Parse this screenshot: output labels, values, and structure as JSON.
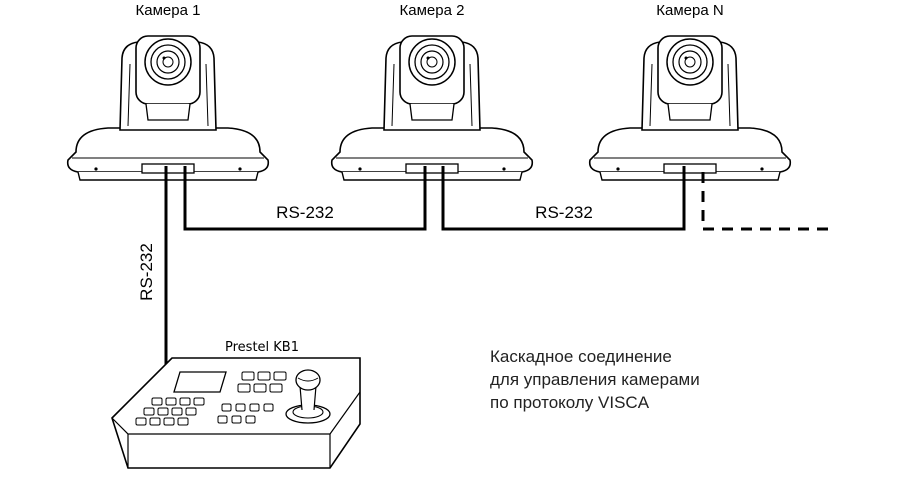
{
  "cameras": [
    {
      "label": "Камера 1"
    },
    {
      "label": "Камера 2"
    },
    {
      "label": "Камера N"
    }
  ],
  "links": {
    "vertical_label": "RS-232",
    "cam1_cam2_label": "RS-232",
    "cam2_camN_label": "RS-232"
  },
  "keyboard": {
    "label": "Prestel KB1"
  },
  "caption": {
    "line1": "Каскадное соединение",
    "line2": "для управления камерами",
    "line3": "по протоколу VISCA"
  }
}
